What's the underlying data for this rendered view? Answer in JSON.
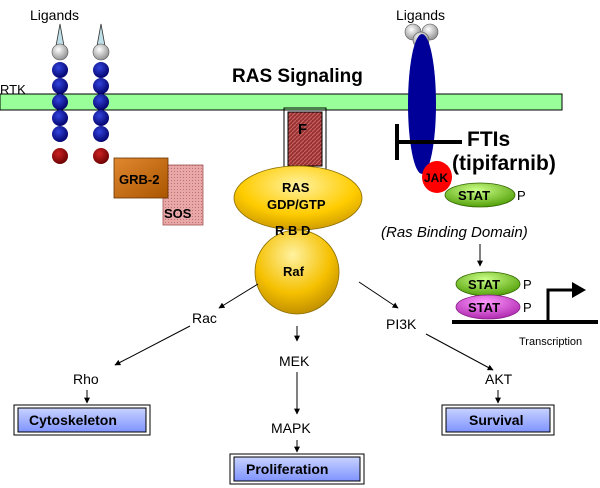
{
  "title": "RAS Signaling",
  "labels": {
    "ligands_left": "Ligands",
    "ligands_right": "Ligands",
    "rtk": "RTK",
    "grb2": "GRB-2",
    "sos": "SOS",
    "farnesyl": "F",
    "ras_line1": "RAS",
    "ras_line2": "GDP/GTP",
    "rbd": "R B D",
    "raf": "Raf",
    "ftis_line1": "FTIs",
    "ftis_line2": "(tipifarnib)",
    "jak": "JAK",
    "stat": "STAT",
    "phospho": "P",
    "ras_binding_domain": "(Ras Binding Domain)",
    "stat_dimer_top": "STAT",
    "stat_dimer_bottom": "STAT",
    "phospho_dimer_top": "P",
    "phospho_dimer_bottom": "P",
    "transcription": "Transcription",
    "rac": "Rac",
    "mek": "MEK",
    "pi3k": "PI3K",
    "rho": "Rho",
    "mapk": "MAPK",
    "akt": "AKT",
    "cytoskeleton": "Cytoskeleton",
    "proliferation": "Proliferation",
    "survival": "Survival"
  },
  "colors": {
    "membrane": "#99ff99",
    "rtk_bead": "#000099",
    "rtk_end": "#990000",
    "receptor_oval": "#000099",
    "grb2": "#cc6600",
    "sos": "#e09999",
    "farnesyl": "#993333",
    "ras": "#ffcc00",
    "jak": "#ff0000",
    "stat": "#66cc00",
    "stat_alt": "#cc33cc",
    "outcome_box": "#99aaff"
  }
}
